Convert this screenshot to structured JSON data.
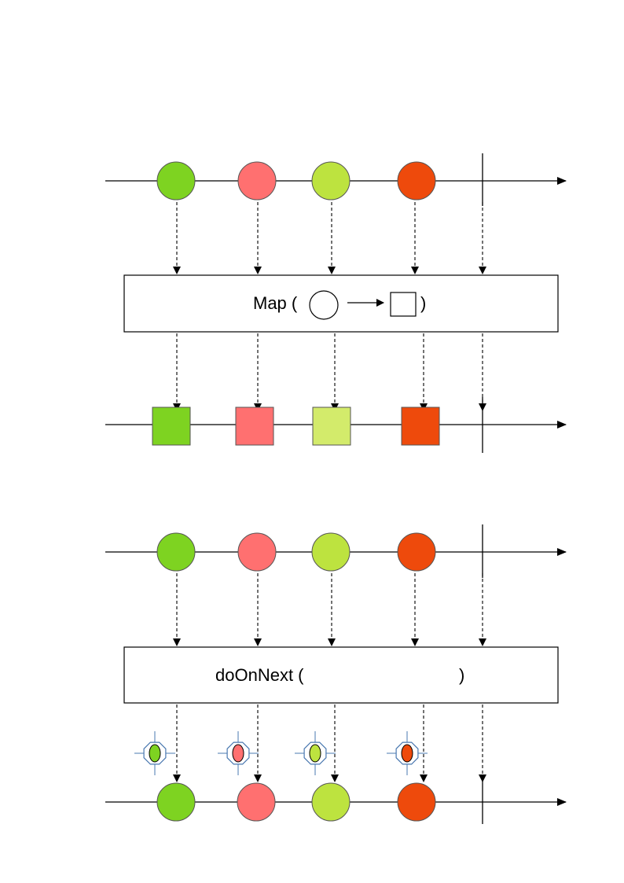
{
  "colors": {
    "green": "#7ed321",
    "pink": "#ff7070",
    "lime": "#bde33f",
    "orange": "#ee4a0c",
    "pale_lime": "#d3eb6b",
    "line": "#000000",
    "inspect_outline": "#4a78b0"
  },
  "map_diagram": {
    "operator_label": "Map (",
    "operator_close": ")",
    "input_marbles": [
      {
        "shape": "circle",
        "color": "green"
      },
      {
        "shape": "circle",
        "color": "pink"
      },
      {
        "shape": "circle",
        "color": "lime"
      },
      {
        "shape": "circle",
        "color": "orange"
      }
    ],
    "output_marbles": [
      {
        "shape": "square",
        "color": "green"
      },
      {
        "shape": "square",
        "color": "pink"
      },
      {
        "shape": "square",
        "color": "pale_lime"
      },
      {
        "shape": "square",
        "color": "orange"
      }
    ]
  },
  "doonnext_diagram": {
    "operator_label": "doOnNext (",
    "operator_close": ")",
    "input_marbles": [
      {
        "shape": "circle",
        "color": "green"
      },
      {
        "shape": "circle",
        "color": "pink"
      },
      {
        "shape": "circle",
        "color": "lime"
      },
      {
        "shape": "circle",
        "color": "orange"
      }
    ],
    "side_effects": [
      {
        "icon": "inspect-icon",
        "color": "green"
      },
      {
        "icon": "inspect-icon",
        "color": "pink"
      },
      {
        "icon": "inspect-icon",
        "color": "lime"
      },
      {
        "icon": "inspect-icon",
        "color": "orange"
      }
    ],
    "output_marbles": [
      {
        "shape": "circle",
        "color": "green"
      },
      {
        "shape": "circle",
        "color": "pink"
      },
      {
        "shape": "circle",
        "color": "lime"
      },
      {
        "shape": "circle",
        "color": "orange"
      }
    ]
  }
}
